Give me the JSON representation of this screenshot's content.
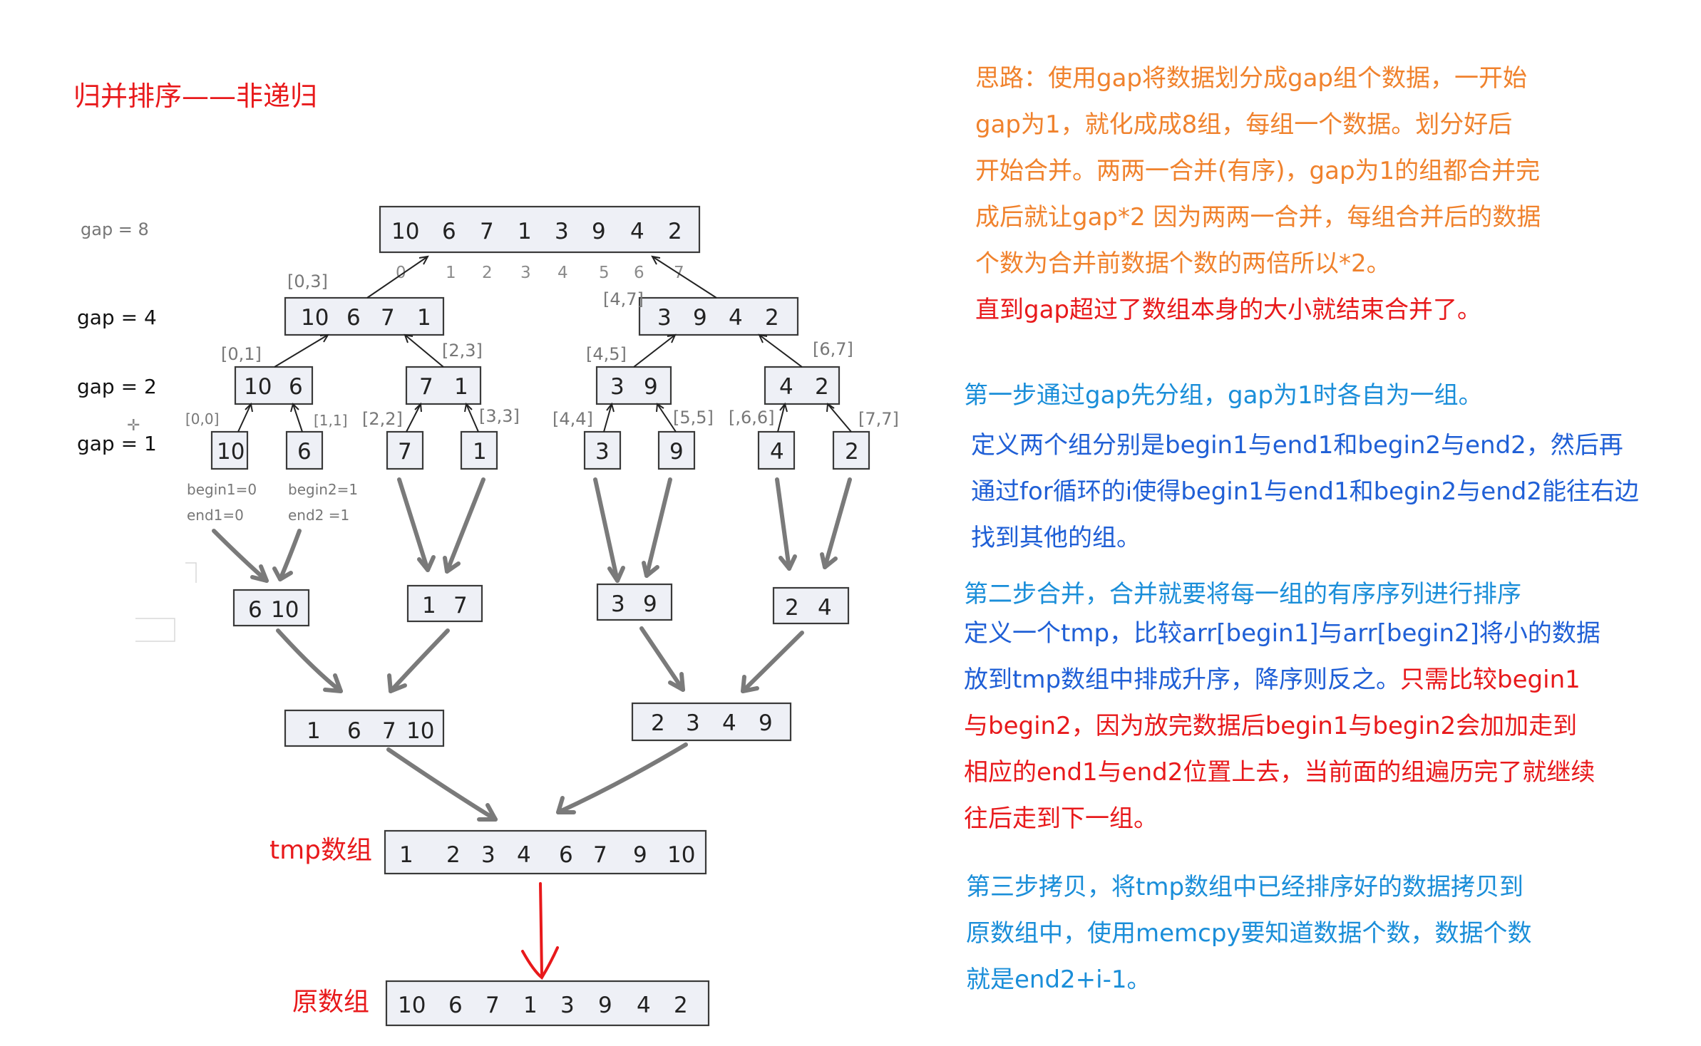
{
  "title": "归并排序——非递归",
  "gap_labels": [
    "gap = 8",
    "gap = 4",
    "gap = 2",
    "gap = 1"
  ],
  "rows": {
    "top": [
      "10",
      "6",
      "7",
      "1",
      "3",
      "9",
      "4",
      "2"
    ],
    "indices": [
      "0",
      "1",
      "2",
      "3",
      "4",
      "5",
      "6",
      "7"
    ],
    "g4_left": [
      "10",
      "6",
      "7",
      "1"
    ],
    "g4_right": [
      "3",
      "9",
      "4",
      "2"
    ],
    "g2": [
      [
        "10",
        "6"
      ],
      [
        "7",
        "1"
      ],
      [
        "3",
        "9"
      ],
      [
        "4",
        "2"
      ]
    ],
    "g1": [
      "10",
      "6",
      "7",
      "1",
      "3",
      "9",
      "4",
      "2"
    ],
    "m2": [
      [
        "6",
        "10"
      ],
      [
        "1",
        "7"
      ],
      [
        "3",
        "9"
      ],
      [
        "2",
        "4"
      ]
    ],
    "m4": [
      [
        "1",
        "6",
        "7",
        "10"
      ],
      [
        "2",
        "3",
        "4",
        "9"
      ]
    ],
    "tmp": [
      "1",
      "2",
      "3",
      "4",
      "6",
      "7",
      "9",
      "10"
    ],
    "orig": [
      "10",
      "6",
      "7",
      "1",
      "3",
      "9",
      "4",
      "2"
    ]
  },
  "ranges": {
    "g4": [
      "[0,3]",
      "[4,7]"
    ],
    "g2": [
      "[0,1]",
      "[2,3]",
      "[4,5]",
      "[6,7]"
    ],
    "g1": [
      "[0,0]",
      "[1,1]",
      "[2,2]",
      "[3,3]",
      "[4,4]",
      "[5,5]",
      "[,6,6]",
      "[7,7]"
    ]
  },
  "notes": {
    "begin1": "begin1=0",
    "end1": "end1=0",
    "begin2": "begin2=1",
    "end2": "end2 =1"
  },
  "tmp_label": "tmp数组",
  "orig_label": "原数组",
  "explanation": {
    "p1": [
      "思路：使用gap将数据划分成gap组个数据，一开始",
      "gap为1，就化成成8组，每组一个数据。划分好后",
      "开始合并。两两一合并(有序)，gap为1的组都合并完",
      "成后就让gap*2 因为两两一合并，每组合并后的数据",
      "个数为合并前数据个数的两倍所以*2。"
    ],
    "p1_red": "直到gap超过了数组本身的大小就结束合并了。",
    "step1_title": "第一步通过gap先分组，gap为1时各自为一组。",
    "step1": [
      "定义两个组分别是begin1与end1和begin2与end2，然后再",
      "通过for循环的i使得begin1与end1和begin2与end2能往右边",
      "找到其他的组。"
    ],
    "step2_title": "第二步合并，合并就要将每一组的有序序列进行排序",
    "step2_a": "定义一个tmp，比较arr[begin1]与arr[begin2]将小的数据",
    "step2_b": "放到tmp数组中排成升序，降序则反之。",
    "step2_b_red": "只需比较begin1",
    "step2_red": [
      "与begin2，因为放完数据后begin1与begin2会加加走到",
      "相应的end1与end2位置上去，当前面的组遍历完了就继续",
      "往后走到下一组。"
    ],
    "step3": [
      "第三步拷贝，将tmp数组中已经排序好的数据拷贝到",
      "原数组中，使用memcpy要知道数据个数，数据个数",
      "就是end2+i-1。"
    ]
  }
}
